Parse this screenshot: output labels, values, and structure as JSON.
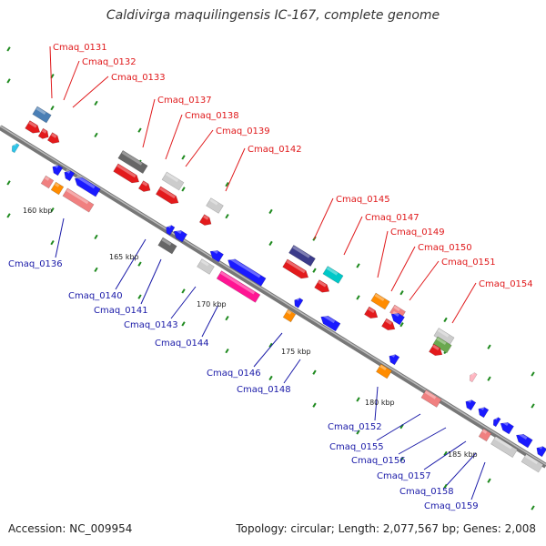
{
  "title": "Caldivirga maquilingensis IC-167, complete genome",
  "accession": "Accession: NC_009954",
  "meta": "Topology: circular; Length: 2,077,567 bp; Genes: 2,008",
  "colors": {
    "forward_label": "#e0191b",
    "reverse_label": "#1a1aa8",
    "backbone": "#888888",
    "tick": "#1f8a1f"
  },
  "scale_ticks": [
    "160 kbp",
    "165 kbp",
    "170 kbp",
    "175 kbp",
    "180 kbp",
    "185 kbp"
  ],
  "forward_genes": [
    "Cmaq_0131",
    "Cmaq_0132",
    "Cmaq_0133",
    "Cmaq_0137",
    "Cmaq_0138",
    "Cmaq_0139",
    "Cmaq_0142",
    "Cmaq_0145",
    "Cmaq_0147",
    "Cmaq_0149",
    "Cmaq_0150",
    "Cmaq_0151",
    "Cmaq_0154"
  ],
  "reverse_genes": [
    "Cmaq_0136",
    "Cmaq_0140",
    "Cmaq_0141",
    "Cmaq_0143",
    "Cmaq_0144",
    "Cmaq_0146",
    "Cmaq_0148",
    "Cmaq_0152",
    "Cmaq_0155",
    "Cmaq_0156",
    "Cmaq_0157",
    "Cmaq_0158",
    "Cmaq_0159"
  ]
}
